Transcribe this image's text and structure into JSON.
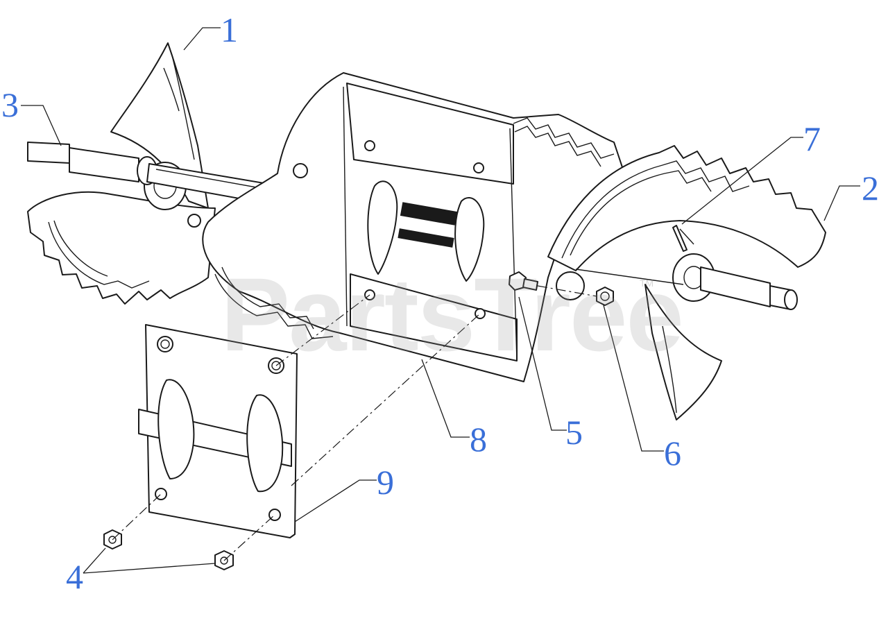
{
  "watermark": {
    "text": "PartsTree",
    "tm": "TM"
  },
  "callouts": [
    {
      "id": "1",
      "label": "1"
    },
    {
      "id": "2",
      "label": "2"
    },
    {
      "id": "3",
      "label": "3"
    },
    {
      "id": "4",
      "label": "4"
    },
    {
      "id": "5",
      "label": "5"
    },
    {
      "id": "6",
      "label": "6"
    },
    {
      "id": "7",
      "label": "7"
    },
    {
      "id": "8",
      "label": "8"
    },
    {
      "id": "9",
      "label": "9"
    }
  ],
  "colors": {
    "callout": "#3a6fd8",
    "line": "#1a1a1a",
    "watermark": "#9a9a9a"
  },
  "icons": [
    "tine-assembly",
    "tine-shaft",
    "flange-bolt",
    "hex-nut",
    "hairpin-clip",
    "tine-hub-housing",
    "cover-plate"
  ]
}
